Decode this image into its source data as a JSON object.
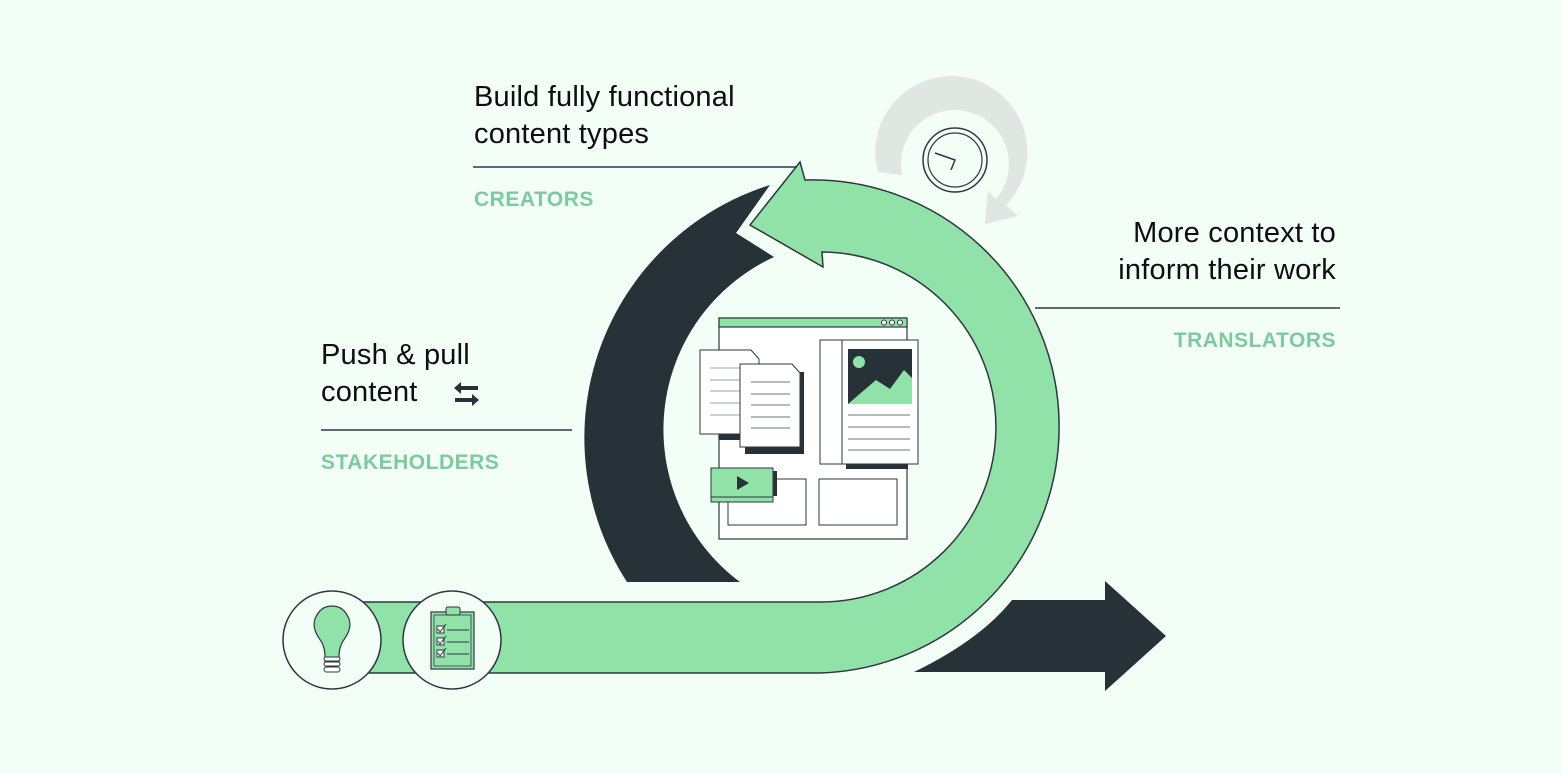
{
  "colors": {
    "background": "#f3fef6",
    "green": "#91e2a9",
    "dark": "#263238",
    "role_text": "#7ccba0",
    "gray_arrow": "#e0e6e2",
    "outline": "#2d383d"
  },
  "sections": {
    "creators": {
      "heading_lines": [
        "Build fully functional",
        "content types"
      ],
      "role": "CREATORS"
    },
    "translators": {
      "heading_lines": [
        "More context to",
        "inform their work"
      ],
      "role": "TRANSLATORS"
    },
    "stakeholders": {
      "heading_lines": [
        "Push & pull",
        "content"
      ],
      "role": "STAKEHOLDERS",
      "icon": "swap-arrows-icon"
    }
  },
  "icons": {
    "start_1": "lightbulb-icon",
    "start_2": "clipboard-checklist-icon",
    "top": "clock-refresh-icon",
    "center": "content-browser-illustration",
    "end": "forward-arrow-icon"
  }
}
